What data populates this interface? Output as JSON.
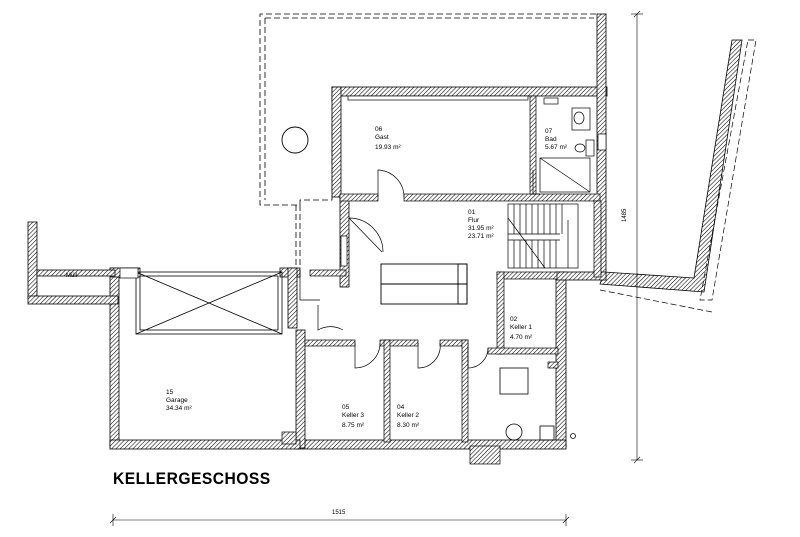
{
  "title": "KELLERGESCHOSS",
  "rooms": [
    {
      "id": "room-gast",
      "num": "06",
      "name": "Gast",
      "area": "19.93 m²"
    },
    {
      "id": "room-bad",
      "num": "07",
      "name": "Bad",
      "area": "5.67 m²"
    },
    {
      "id": "room-flur",
      "num": "01",
      "name": "Flur",
      "area": "31.95 m²",
      "area2": "23.71 m²"
    },
    {
      "id": "room-keller1",
      "num": "02",
      "name": "Keller 1",
      "area": "4.70 m²"
    },
    {
      "id": "room-garage",
      "num": "15",
      "name": "Garage",
      "area": "34.34 m²"
    },
    {
      "id": "room-keller3",
      "num": "05",
      "name": "Keller 3",
      "area": "8.75 m²"
    },
    {
      "id": "room-keller2",
      "num": "04",
      "name": "Keller 2",
      "area": "8.30 m²"
    }
  ],
  "muell_label": "Müll",
  "dimensions": {
    "width": "1515",
    "height": "1485"
  },
  "colors": {
    "wall_fill": "#ffffff",
    "hatch": "#000000",
    "line": "#000000"
  }
}
